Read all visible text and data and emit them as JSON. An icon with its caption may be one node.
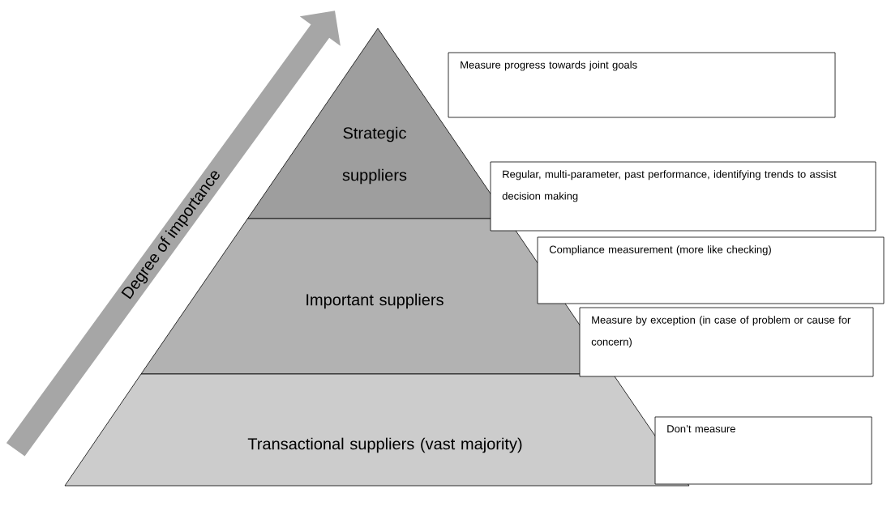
{
  "diagram": {
    "nodes": [
      {
        "text": [
          "Degree of importance"
        ]
      },
      {
        "text": [
          "Strategic suppliers"
        ]
      },
      {
        "text": [
          "Important suppliers"
        ]
      },
      {
        "text": [
          "Transactional suppliers (vast majority)"
        ]
      },
      {
        "text": [
          "Measure progress towards joint goals"
        ]
      },
      {
        "text": [
          "Regular, multi-parameter, past performance, identifying trends to assist decision making"
        ]
      },
      {
        "text": [
          "Compliance measurement (more like checking)"
        ]
      },
      {
        "text": [
          "Measure by exception (in case of problem or cause for concern)"
        ]
      },
      {
        "text": [
          "Don’t measure"
        ]
      }
    ]
  }
}
